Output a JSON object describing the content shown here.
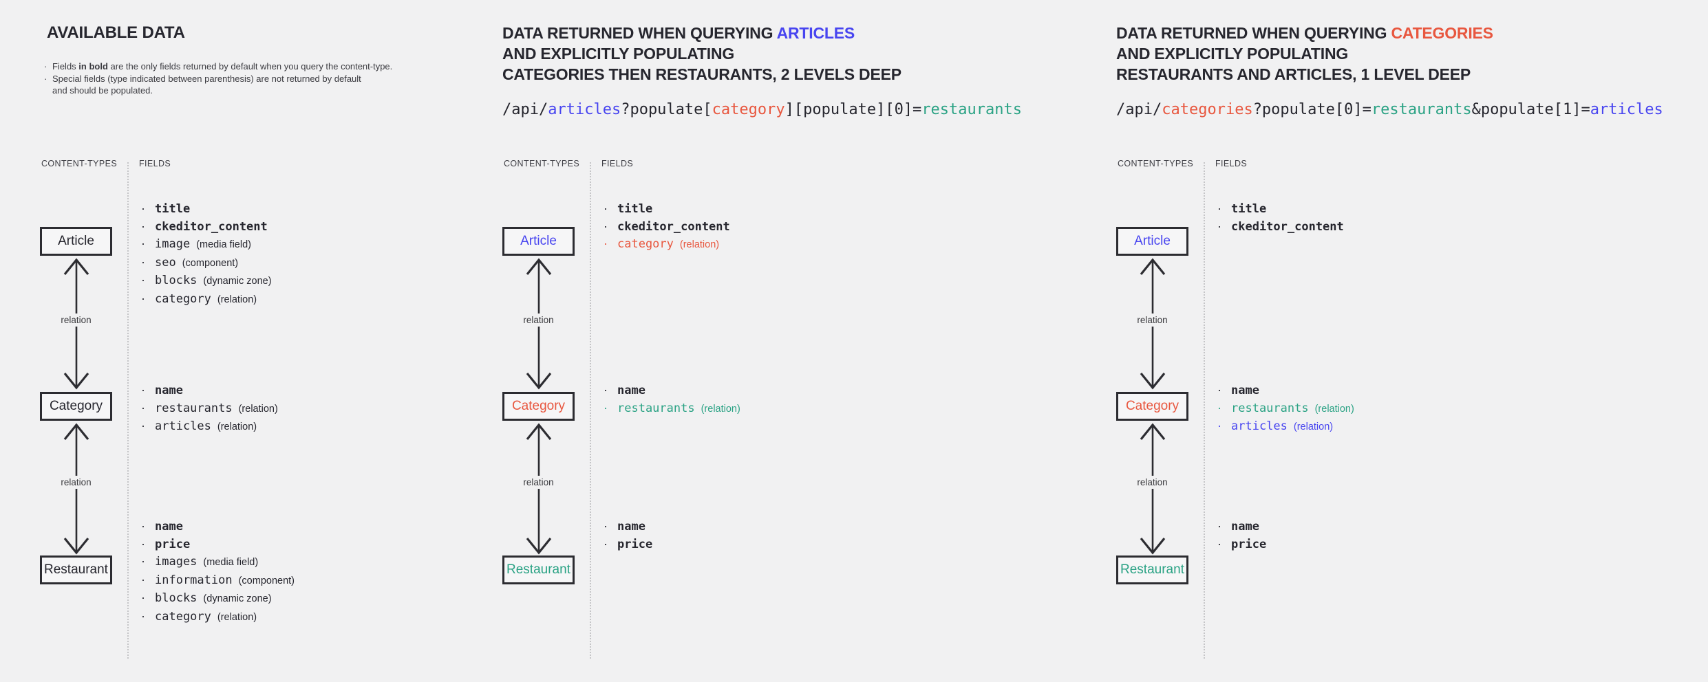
{
  "colors": {
    "dark": "#26262e",
    "blue": "#4845f0",
    "red": "#e8573f",
    "green": "#2aa284",
    "background": "#f1f1f2",
    "line": "#2c2c31"
  },
  "icons": {
    "bullet-icon": "·"
  },
  "labels": {
    "content_types": "CONTENT-TYPES",
    "fields": "FIELDS",
    "relation": "relation"
  },
  "panels": [
    {
      "id": "available-data",
      "header": {
        "title_lines": [
          [
            {
              "t": "AVAILABLE DATA",
              "c": "dark"
            }
          ]
        ],
        "notes": [
          {
            "bullet": true,
            "segments": [
              {
                "t": "Fields ",
                "b": 0
              },
              {
                "t": "in bold",
                "b": 1
              },
              {
                "t": " are the only fields returned by default when you query the content-type.",
                "b": 0
              }
            ]
          },
          {
            "bullet": true,
            "segments": [
              {
                "t": "Special fields (type indicated between parenthesis) are not returned by default",
                "b": 0
              }
            ]
          },
          {
            "bullet": false,
            "segments": [
              {
                "t": "and should be populated.",
                "b": 0
              }
            ]
          }
        ]
      },
      "nodes": [
        {
          "label": "Article",
          "color": "dark",
          "fields": [
            {
              "name": "title",
              "bold": true,
              "color": "dark"
            },
            {
              "name": "ckeditor_content",
              "bold": true,
              "color": "dark"
            },
            {
              "name": "image",
              "color": "dark",
              "type": "(media field)"
            },
            {
              "name": "seo",
              "color": "dark",
              "type": "(component)"
            },
            {
              "name": "blocks",
              "color": "dark",
              "type": "(dynamic zone)"
            },
            {
              "name": "category",
              "color": "dark",
              "type": "(relation)"
            }
          ]
        },
        {
          "label": "Category",
          "color": "dark",
          "fields": [
            {
              "name": "name",
              "bold": true,
              "color": "dark"
            },
            {
              "name": "restaurants",
              "color": "dark",
              "type": "(relation)"
            },
            {
              "name": "articles",
              "color": "dark",
              "type": "(relation)"
            }
          ]
        },
        {
          "label": "Restaurant",
          "color": "dark",
          "fields": [
            {
              "name": "name",
              "bold": true,
              "color": "dark"
            },
            {
              "name": "price",
              "bold": true,
              "color": "dark"
            },
            {
              "name": "images",
              "color": "dark",
              "type": "(media field)"
            },
            {
              "name": "information",
              "color": "dark",
              "type": "(component)"
            },
            {
              "name": "blocks",
              "color": "dark",
              "type": "(dynamic zone)"
            },
            {
              "name": "category",
              "color": "dark",
              "type": "(relation)"
            }
          ]
        }
      ]
    },
    {
      "id": "query-articles",
      "header": {
        "title_lines": [
          [
            {
              "t": "DATA RETURNED WHEN QUERYING ",
              "c": "dark"
            },
            {
              "t": "ARTICLES",
              "c": "blue"
            }
          ],
          [
            {
              "t": "AND EXPLICITLY POPULATING",
              "c": "dark"
            }
          ],
          [
            {
              "t": "CATEGORIES THEN RESTAURANTS, 2 LEVELS DEEP",
              "c": "dark"
            }
          ]
        ],
        "code": [
          {
            "t": "/api/",
            "c": "dark"
          },
          {
            "t": "articles",
            "c": "blue"
          },
          {
            "t": "?populate[",
            "c": "dark"
          },
          {
            "t": "category",
            "c": "red"
          },
          {
            "t": "][populate][0]=",
            "c": "dark"
          },
          {
            "t": "restaurants",
            "c": "green"
          }
        ]
      },
      "nodes": [
        {
          "label": "Article",
          "color": "blue",
          "fields": [
            {
              "name": "title",
              "bold": true,
              "color": "dark"
            },
            {
              "name": "ckeditor_content",
              "bold": true,
              "color": "dark"
            },
            {
              "name": "category",
              "color": "red",
              "type": "(relation)"
            }
          ]
        },
        {
          "label": "Category",
          "color": "red",
          "fields": [
            {
              "name": "name",
              "bold": true,
              "color": "dark"
            },
            {
              "name": "restaurants",
              "color": "green",
              "type": "(relation)"
            }
          ]
        },
        {
          "label": "Restaurant",
          "color": "green",
          "fields": [
            {
              "name": "name",
              "bold": true,
              "color": "dark"
            },
            {
              "name": "price",
              "bold": true,
              "color": "dark"
            }
          ]
        }
      ]
    },
    {
      "id": "query-categories",
      "header": {
        "title_lines": [
          [
            {
              "t": "DATA RETURNED WHEN QUERYING ",
              "c": "dark"
            },
            {
              "t": "CATEGORIES",
              "c": "red"
            }
          ],
          [
            {
              "t": "AND EXPLICITLY POPULATING",
              "c": "dark"
            }
          ],
          [
            {
              "t": "RESTAURANTS AND ARTICLES, 1 LEVEL DEEP",
              "c": "dark"
            }
          ]
        ],
        "code": [
          {
            "t": "/api/",
            "c": "dark"
          },
          {
            "t": "categories",
            "c": "red"
          },
          {
            "t": "?populate[0]=",
            "c": "dark"
          },
          {
            "t": "restaurants",
            "c": "green"
          },
          {
            "t": "&populate[1]=",
            "c": "dark"
          },
          {
            "t": "articles",
            "c": "blue"
          }
        ]
      },
      "nodes": [
        {
          "label": "Article",
          "color": "blue",
          "fields": [
            {
              "name": "title",
              "bold": true,
              "color": "dark"
            },
            {
              "name": "ckeditor_content",
              "bold": true,
              "color": "dark"
            }
          ]
        },
        {
          "label": "Category",
          "color": "red",
          "fields": [
            {
              "name": "name",
              "bold": true,
              "color": "dark"
            },
            {
              "name": "restaurants",
              "color": "green",
              "type": "(relation)"
            },
            {
              "name": "articles",
              "color": "blue",
              "type": "(relation)"
            }
          ]
        },
        {
          "label": "Restaurant",
          "color": "green",
          "fields": [
            {
              "name": "name",
              "bold": true,
              "color": "dark"
            },
            {
              "name": "price",
              "bold": true,
              "color": "dark"
            }
          ]
        }
      ]
    }
  ]
}
